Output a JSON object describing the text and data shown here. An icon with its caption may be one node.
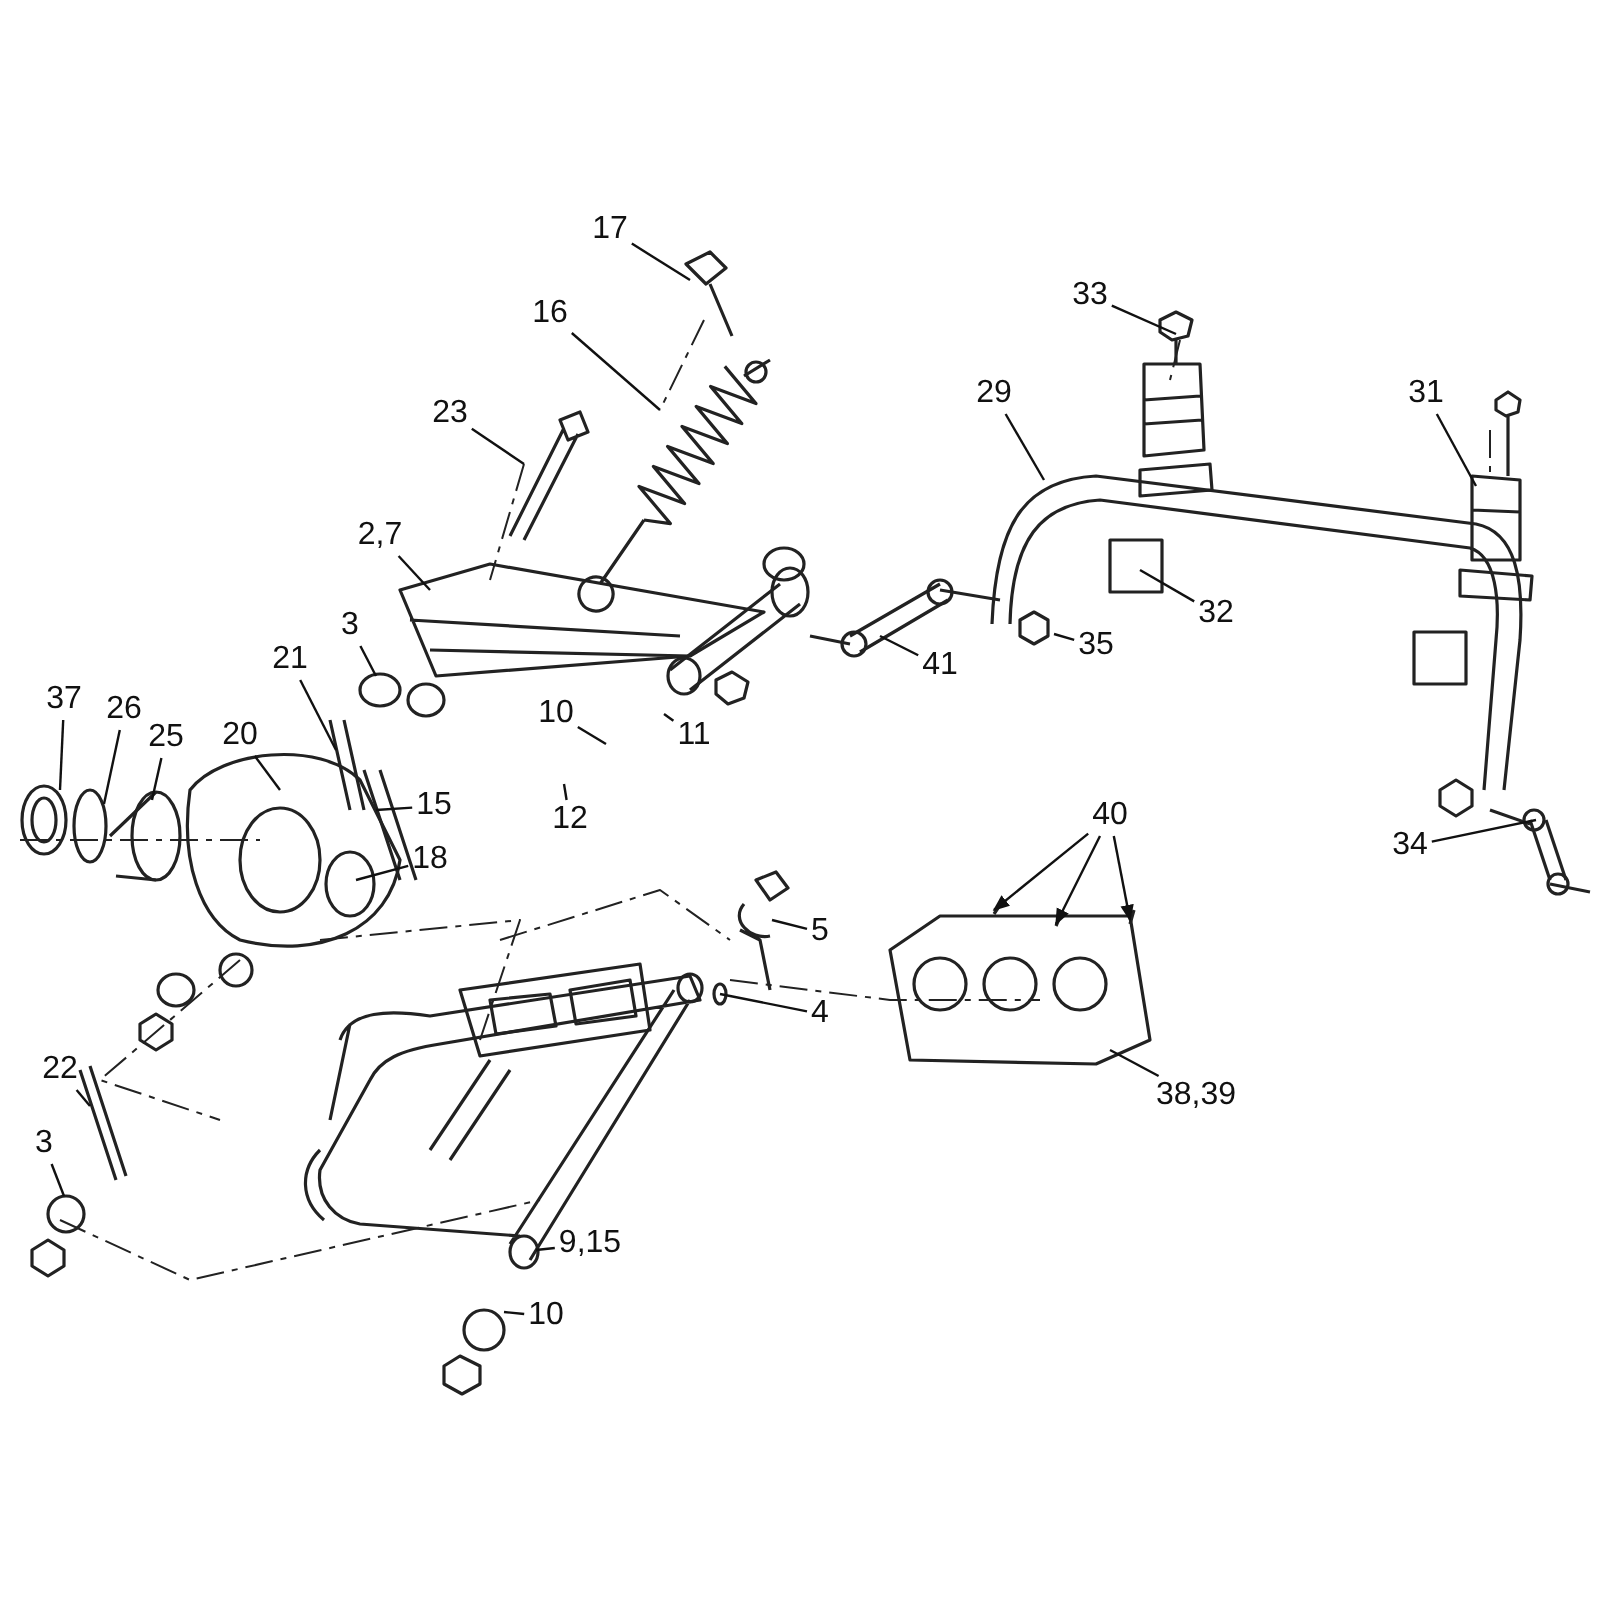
{
  "diagram": {
    "nodes": [
      {
        "text": [
          "17"
        ]
      },
      {
        "text": [
          "16"
        ]
      },
      {
        "text": [
          "23"
        ]
      },
      {
        "text": [
          "33"
        ]
      },
      {
        "text": [
          "29"
        ]
      },
      {
        "text": [
          "31"
        ]
      },
      {
        "text": [
          "2,7"
        ]
      },
      {
        "text": [
          "32"
        ]
      },
      {
        "text": [
          "35"
        ]
      },
      {
        "text": [
          "3"
        ]
      },
      {
        "text": [
          "21"
        ]
      },
      {
        "text": [
          "41"
        ]
      },
      {
        "text": [
          "10"
        ]
      },
      {
        "text": [
          "11"
        ]
      },
      {
        "text": [
          "37"
        ]
      },
      {
        "text": [
          "26"
        ]
      },
      {
        "text": [
          "25"
        ]
      },
      {
        "text": [
          "20"
        ]
      },
      {
        "text": [
          "15"
        ]
      },
      {
        "text": [
          "12"
        ]
      },
      {
        "text": [
          "34"
        ]
      },
      {
        "text": [
          "18"
        ]
      },
      {
        "text": [
          "40"
        ]
      },
      {
        "text": [
          "5"
        ]
      },
      {
        "text": [
          "4"
        ]
      },
      {
        "text": [
          "38,39"
        ]
      },
      {
        "text": [
          "22"
        ]
      },
      {
        "text": [
          "3"
        ]
      },
      {
        "text": [
          "9,15"
        ]
      },
      {
        "text": [
          "10"
        ]
      }
    ],
    "edges": [
      {
        "from": 0,
        "to": null,
        "arrow": "none"
      },
      {
        "from": 1,
        "to": null,
        "arrow": "none"
      },
      {
        "from": 2,
        "to": null,
        "arrow": "none"
      },
      {
        "from": 3,
        "to": null,
        "arrow": "none"
      },
      {
        "from": 4,
        "to": null,
        "arrow": "none"
      },
      {
        "from": 5,
        "to": null,
        "arrow": "none"
      },
      {
        "from": 6,
        "to": null,
        "arrow": "none"
      },
      {
        "from": 7,
        "to": null,
        "arrow": "none"
      },
      {
        "from": 8,
        "to": null,
        "arrow": "none"
      },
      {
        "from": 9,
        "to": null,
        "arrow": "none"
      },
      {
        "from": 10,
        "to": null,
        "arrow": "none"
      },
      {
        "from": 11,
        "to": null,
        "arrow": "none"
      },
      {
        "from": 12,
        "to": null,
        "arrow": "none"
      },
      {
        "from": 13,
        "to": null,
        "arrow": "none"
      },
      {
        "from": 14,
        "to": null,
        "arrow": "none"
      },
      {
        "from": 15,
        "to": null,
        "arrow": "none"
      },
      {
        "from": 16,
        "to": null,
        "arrow": "none"
      },
      {
        "from": 17,
        "to": null,
        "arrow": "none"
      },
      {
        "from": 18,
        "to": null,
        "arrow": "none"
      },
      {
        "from": 19,
        "to": null,
        "arrow": "none"
      },
      {
        "from": 20,
        "to": null,
        "arrow": "none"
      },
      {
        "from": 21,
        "to": null,
        "arrow": "none"
      },
      {
        "from": 22,
        "to": null,
        "arrow": "to"
      },
      {
        "from": 22,
        "to": null,
        "arrow": "to"
      },
      {
        "from": 22,
        "to": null,
        "arrow": "to"
      },
      {
        "from": 23,
        "to": null,
        "arrow": "none"
      },
      {
        "from": 24,
        "to": null,
        "arrow": "none"
      },
      {
        "from": 25,
        "to": null,
        "arrow": "none"
      },
      {
        "from": 26,
        "to": null,
        "arrow": "none"
      },
      {
        "from": 27,
        "to": null,
        "arrow": "none"
      },
      {
        "from": 28,
        "to": null,
        "arrow": "none"
      },
      {
        "from": 29,
        "to": null,
        "arrow": "none"
      }
    ]
  }
}
